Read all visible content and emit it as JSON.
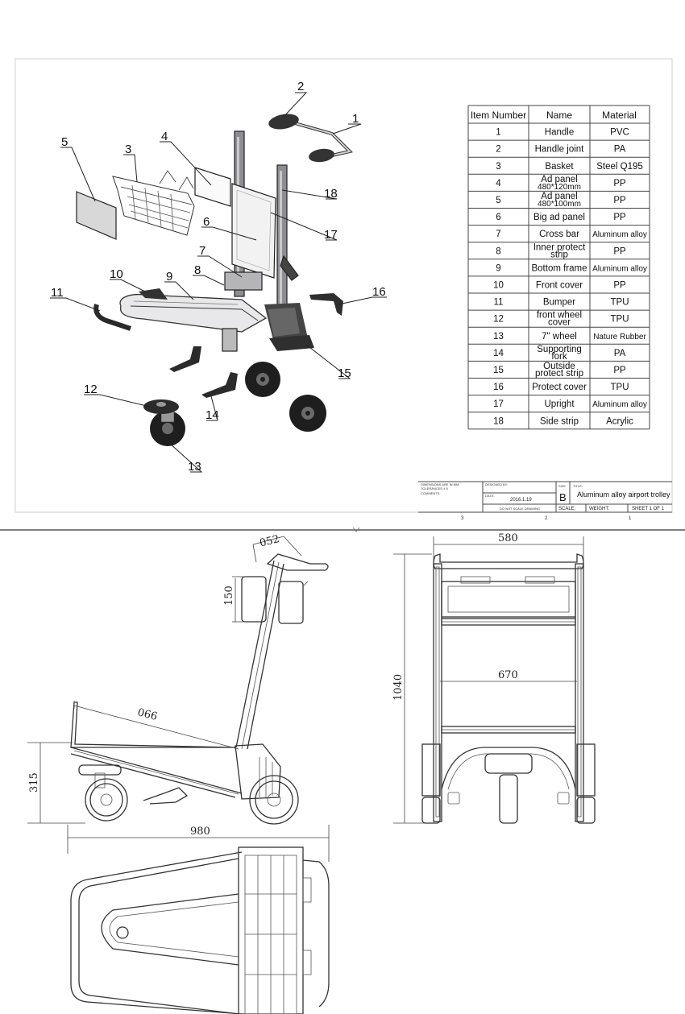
{
  "callouts": [
    "1",
    "2",
    "3",
    "4",
    "5",
    "6",
    "7",
    "8",
    "9",
    "10",
    "11",
    "12",
    "13",
    "14",
    "15",
    "16",
    "17",
    "18"
  ],
  "bom": {
    "headers": [
      "Item Number",
      "Name",
      "Material"
    ],
    "rows": [
      {
        "item": "1",
        "name": [
          "Handle"
        ],
        "material": "PVC"
      },
      {
        "item": "2",
        "name": [
          "Handle joint"
        ],
        "material": "PA"
      },
      {
        "item": "3",
        "name": [
          "Basket"
        ],
        "material": "Steel Q195"
      },
      {
        "item": "4",
        "name": [
          "Ad panel",
          "480*120mm"
        ],
        "material": "PP"
      },
      {
        "item": "5",
        "name": [
          "Ad panel",
          "480*100mm"
        ],
        "material": "PP"
      },
      {
        "item": "6",
        "name": [
          "Big ad panel"
        ],
        "material": "PP"
      },
      {
        "item": "7",
        "name": [
          "Cross bar"
        ],
        "material": "Aluminum alloy"
      },
      {
        "item": "8",
        "name": [
          "Inner protect",
          "strip"
        ],
        "material": "PP"
      },
      {
        "item": "9",
        "name": [
          "Bottom frame"
        ],
        "material": "Aluminum alloy"
      },
      {
        "item": "10",
        "name": [
          "Front cover"
        ],
        "material": "PP"
      },
      {
        "item": "11",
        "name": [
          "Bumper"
        ],
        "material": "TPU"
      },
      {
        "item": "12",
        "name": [
          "front wheel",
          "cover"
        ],
        "material": "TPU"
      },
      {
        "item": "13",
        "name": [
          "7\" wheel"
        ],
        "material": "Nature Rubber"
      },
      {
        "item": "14",
        "name": [
          "Supporting",
          "fork"
        ],
        "material": "PA"
      },
      {
        "item": "15",
        "name": [
          "Outside",
          "protect strip"
        ],
        "material": "PP"
      },
      {
        "item": "16",
        "name": [
          "Protect cover"
        ],
        "material": "TPU"
      },
      {
        "item": "17",
        "name": [
          "Upright"
        ],
        "material": "Aluminum alloy"
      },
      {
        "item": "18",
        "name": [
          "Side strip"
        ],
        "material": "Acrylic"
      }
    ]
  },
  "title_block": {
    "dimensions_note": "DIMENSIONS ARE IN MM",
    "tolerances_note": "TOLERANCES ± 5",
    "comments_label": "COMMENTS:",
    "designed_by_label": "DESIGNED BY:",
    "date_label": "DATE:",
    "date_value": "2016.1.19",
    "no_scale_note": "DO NOT SCALE DRAWING",
    "size_label": "SIZE",
    "size_value": "B",
    "title_label": "TITLE:",
    "title_value": "Aluminum alloy airport trolley",
    "scale_label": "SCALE:",
    "weight_label": "WEIGHT:",
    "sheet_label": "SHEET 1 OF 1",
    "zone_3": "3",
    "zone_2": "2",
    "zone_1": "1"
  },
  "dimensions": {
    "handle_offset": "052",
    "panel_height": "150",
    "deck_length": "066",
    "base_height": "315",
    "overall_length": "980",
    "overall_width": "580",
    "overall_height": "1040",
    "inner_width": "670"
  }
}
